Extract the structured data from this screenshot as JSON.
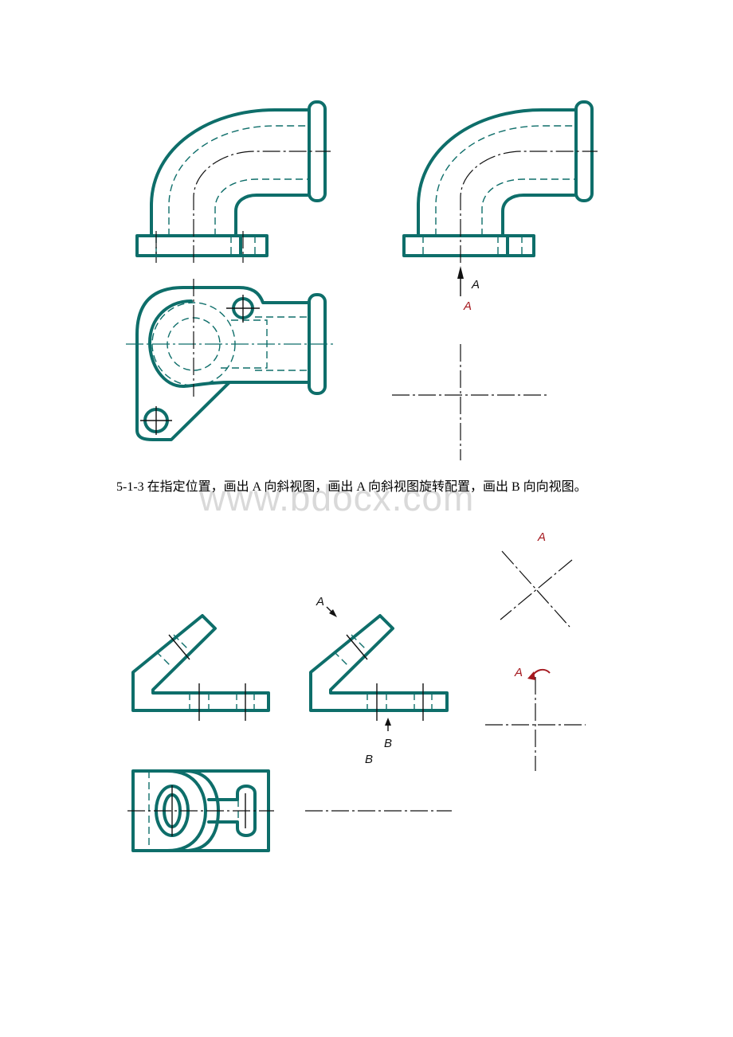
{
  "caption": "5-1-3 在指定位置，画出 A 向斜视图，画出 A 向斜视图旋转配置，画出 B 向向视图。",
  "watermark": "www.bdocx.com",
  "labels": {
    "fig1_arrow_a": "A",
    "fig1_view_a": "A",
    "fig2_arrow_a": "A",
    "fig2_arrow_b": "B",
    "fig2_view_b": "B",
    "fig2_view_a": "A",
    "fig2_view_a_rotated": "A"
  },
  "colors": {
    "line": "#0e6e6a",
    "label_red": "#a5191f",
    "center": "#111111"
  }
}
